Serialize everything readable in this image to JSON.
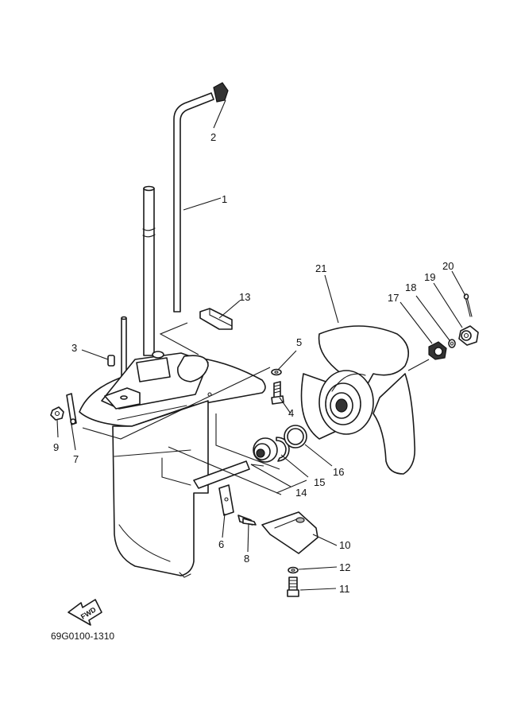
{
  "diagram": {
    "callouts": [
      {
        "id": "1",
        "label": "1"
      },
      {
        "id": "2",
        "label": "2"
      },
      {
        "id": "3",
        "label": "3"
      },
      {
        "id": "4",
        "label": "4"
      },
      {
        "id": "5",
        "label": "5"
      },
      {
        "id": "6",
        "label": "6"
      },
      {
        "id": "7",
        "label": "7"
      },
      {
        "id": "8",
        "label": "8"
      },
      {
        "id": "9",
        "label": "9"
      },
      {
        "id": "10",
        "label": "10"
      },
      {
        "id": "11",
        "label": "11"
      },
      {
        "id": "12",
        "label": "12"
      },
      {
        "id": "13",
        "label": "13"
      },
      {
        "id": "14",
        "label": "14"
      },
      {
        "id": "15",
        "label": "15"
      },
      {
        "id": "16",
        "label": "16"
      },
      {
        "id": "17",
        "label": "17"
      },
      {
        "id": "18",
        "label": "18"
      },
      {
        "id": "19",
        "label": "19"
      },
      {
        "id": "20",
        "label": "20"
      },
      {
        "id": "21",
        "label": "21"
      }
    ],
    "direction_arrow": "FWD",
    "drawing_code": "69G0100-1310"
  }
}
